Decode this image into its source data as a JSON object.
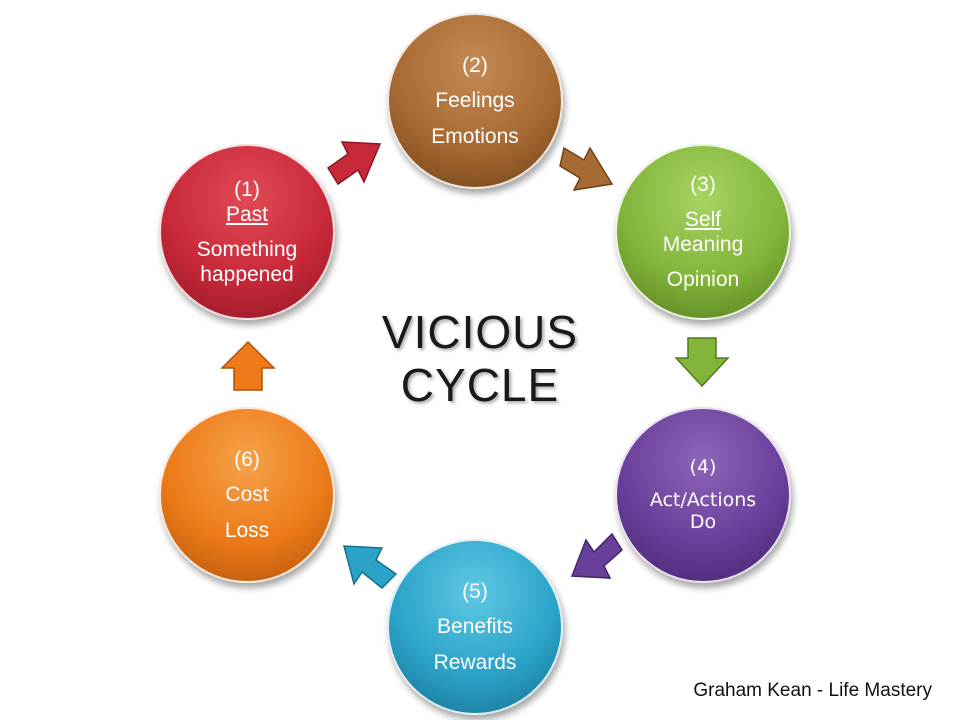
{
  "title": [
    "VICIOUS",
    "CYCLE"
  ],
  "credit": "Graham Kean - Life Mastery",
  "nodes": [
    {
      "id": "past",
      "lines": [
        "(1)",
        "Past",
        "Something",
        "happened"
      ],
      "underline": [
        1
      ],
      "gapAfter": [
        1
      ]
    },
    {
      "id": "feelings",
      "lines": [
        "(2)",
        "Feelings",
        "Emotions"
      ],
      "underline": [],
      "gapAfter": [
        0,
        1
      ]
    },
    {
      "id": "self",
      "lines": [
        "(3)",
        "Self",
        "Meaning",
        "Opinion"
      ],
      "underline": [
        1
      ],
      "gapAfter": [
        0,
        2
      ]
    },
    {
      "id": "act",
      "lines": [
        "(4)",
        "Act/Actions",
        "Do"
      ],
      "underline": [],
      "gapAfter": [
        0
      ]
    },
    {
      "id": "benefits",
      "lines": [
        "(5)",
        "Benefits",
        "Rewards"
      ],
      "underline": [],
      "gapAfter": [
        0,
        1
      ]
    },
    {
      "id": "cost",
      "lines": [
        "(6)",
        "Cost",
        "Loss"
      ],
      "underline": [],
      "gapAfter": [
        0,
        1
      ]
    }
  ],
  "colors": {
    "past": "#c8293a",
    "feelings": "#a86a33",
    "self": "#82b53a",
    "act": "#6a3f9b",
    "benefits": "#2ba3c8",
    "cost": "#ec7a19"
  },
  "arrows": [
    {
      "name": "arrow-past-to-feelings",
      "color": "#c8293a",
      "icon": "arrow-icon"
    },
    {
      "name": "arrow-feelings-to-self",
      "color": "#a86a33",
      "icon": "arrow-icon"
    },
    {
      "name": "arrow-self-to-act",
      "color": "#82b53a",
      "icon": "arrow-icon"
    },
    {
      "name": "arrow-act-to-benefits",
      "color": "#6a3f9b",
      "icon": "arrow-icon"
    },
    {
      "name": "arrow-benefits-to-cost",
      "color": "#2ba3c8",
      "icon": "arrow-icon"
    },
    {
      "name": "arrow-cost-to-past",
      "color": "#ec7a19",
      "icon": "arrow-icon"
    }
  ]
}
